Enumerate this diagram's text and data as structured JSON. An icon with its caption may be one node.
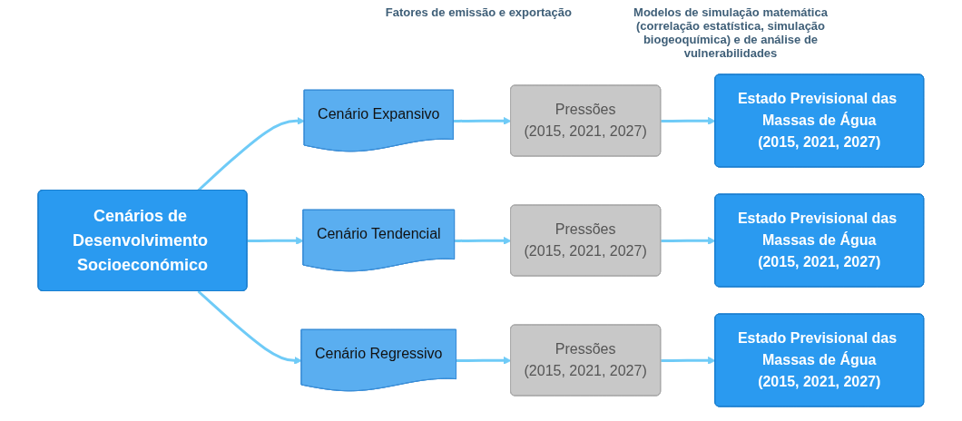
{
  "diagram": {
    "nodes": [
      {
        "text": [
          "Cenários de Desenvolvimento Socioeconómico"
        ]
      },
      {
        "text": [
          "Cenário Expansivo"
        ]
      },
      {
        "text": [
          "Pressões",
          "(2015, 2021, 2027)"
        ]
      },
      {
        "text": [
          "Estado Previsional das Massas de Água",
          "(2015, 2021, 2027)"
        ]
      },
      {
        "text": [
          "Cenário Tendencial"
        ]
      },
      {
        "text": [
          "Pressões",
          "(2015, 2021, 2027)"
        ]
      },
      {
        "text": [
          "Estado Previsional das Massas de Água",
          "(2015, 2021, 2027)"
        ]
      },
      {
        "text": [
          "Cenário Regressivo"
        ]
      },
      {
        "text": [
          "Pressões",
          "(2015, 2021, 2027)"
        ]
      },
      {
        "text": [
          "Estado Previsional das Massas de Água",
          "(2015, 2021, 2027)"
        ]
      }
    ],
    "edges": [
      {
        "from": 0,
        "to": 1,
        "arrow": "to"
      },
      {
        "from": 0,
        "to": 4,
        "arrow": "to"
      },
      {
        "from": 0,
        "to": 7,
        "arrow": "to"
      },
      {
        "from": 1,
        "to": 2,
        "arrow": "to"
      },
      {
        "from": 2,
        "to": 3,
        "arrow": "to"
      },
      {
        "from": 4,
        "to": 5,
        "arrow": "to"
      },
      {
        "from": 5,
        "to": 6,
        "arrow": "to"
      },
      {
        "from": 7,
        "to": 8,
        "arrow": "to"
      },
      {
        "from": 8,
        "to": 9,
        "arrow": "to"
      }
    ],
    "labels": [
      "Fatores de emissão e exportação",
      "Modelos de simulação matemática (correlação estatística, simulação biogeoquímica) e de análise de vulnerabilidades"
    ]
  }
}
